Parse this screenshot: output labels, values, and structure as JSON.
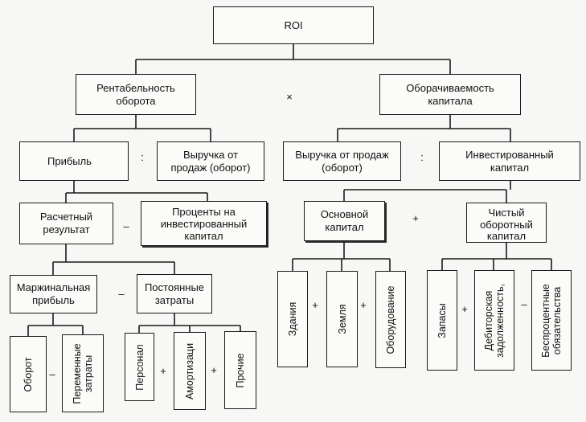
{
  "nodes": {
    "roi": "ROI",
    "turnover_profitability": "Рентабельность\nоборота",
    "capital_turnover": "Оборачиваемость\nкапитала",
    "profit": "Прибыль",
    "revenue_left": "Выручка от\nпродаж (оборот)",
    "revenue_right": "Выручка от продаж\n(оборот)",
    "invested_capital": "Инвестированный\nкапитал",
    "calc_result": "Расчетный\nрезультат",
    "interest": "Проценты на\nинвестированный\nкапитал",
    "fixed_capital": "Основной\nкапитал",
    "net_working_capital": "Чистый\nоборотный\nкапитал",
    "marginal_profit": "Маржинальная\nприбыль",
    "fixed_costs": "Постоянные\nзатраты",
    "turnover": "Оборот",
    "variable_costs": "Переменные\nзатраты",
    "personnel": "Персонал",
    "depreciation": "Амортизаци",
    "other": "Прочие",
    "buildings": "Здания",
    "land": "Земля",
    "equipment": "Оборудование",
    "inventory": "Запасы",
    "receivables": "Дебиторская\nзадолженность,",
    "interest_free_liabilities": "Беспроцентные\nобязательства"
  },
  "operators": {
    "multiply": "×",
    "divide": ":",
    "minus": "–",
    "plus": "+"
  }
}
